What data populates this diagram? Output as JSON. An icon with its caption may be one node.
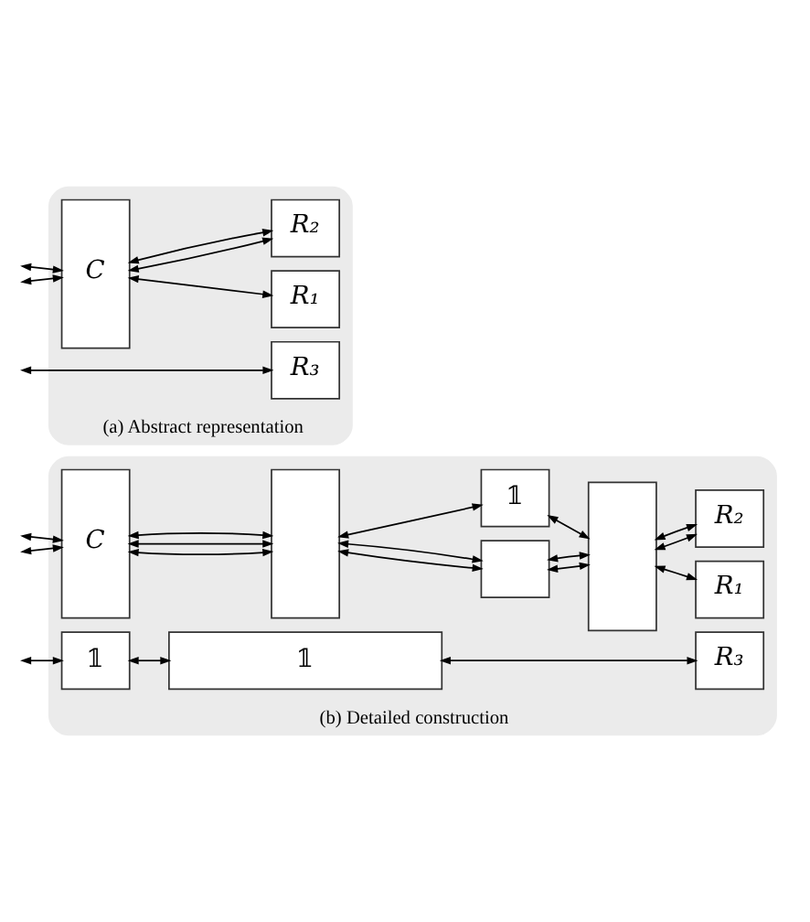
{
  "diagram": {
    "nodes": [
      {
        "text": [
          "(a) Abstract representation"
        ]
      },
      {
        "text": [
          "C"
        ],
        "in": 0
      },
      {
        "text": [
          "R₁"
        ],
        "in": 0
      },
      {
        "text": [
          "R₂"
        ],
        "in": 0
      },
      {
        "text": [
          "R₃"
        ],
        "in": 0
      },
      {
        "text": [
          "(b) Detailed construction"
        ]
      },
      {
        "text": [
          "C"
        ],
        "in": 5
      },
      {
        "text": [],
        "shape": "box",
        "in": 5
      },
      {
        "text": [],
        "shape": "box",
        "in": 5
      },
      {
        "text": [],
        "shape": "box",
        "in": 5
      },
      {
        "text": [
          "R₁"
        ],
        "in": 5
      },
      {
        "text": [
          "𝟙"
        ],
        "in": 5
      },
      {
        "text": [
          "R₂"
        ],
        "in": 5
      },
      {
        "text": [
          "𝟙"
        ],
        "in": 5
      },
      {
        "text": [
          "𝟙"
        ],
        "in": 5
      },
      {
        "text": [
          "R₃"
        ],
        "in": 5
      }
    ],
    "edges": [
      {
        "from": null,
        "to": 1,
        "arrow": "both"
      },
      {
        "from": null,
        "to": 1,
        "arrow": "both"
      },
      {
        "from": 1,
        "to": 3,
        "arrow": "both"
      },
      {
        "from": 1,
        "to": 2,
        "arrow": "both"
      },
      {
        "from": 1,
        "to": 3,
        "arrow": "both"
      },
      {
        "from": null,
        "to": 4,
        "arrow": "both"
      },
      {
        "from": null,
        "to": 6,
        "arrow": "both"
      },
      {
        "from": null,
        "to": 6,
        "arrow": "both"
      },
      {
        "from": 6,
        "to": 7,
        "arrow": "both"
      },
      {
        "from": 6,
        "to": 7,
        "arrow": "both"
      },
      {
        "from": 6,
        "to": 7,
        "arrow": "both"
      },
      {
        "from": 7,
        "to": 8,
        "arrow": "both"
      },
      {
        "from": 7,
        "to": 8,
        "arrow": "both"
      },
      {
        "from": 7,
        "to": 11,
        "arrow": "both"
      },
      {
        "from": 8,
        "to": 9,
        "arrow": "both"
      },
      {
        "from": 8,
        "to": 9,
        "arrow": "both"
      },
      {
        "from": 11,
        "to": 9,
        "arrow": "both"
      },
      {
        "from": 9,
        "to": 10,
        "arrow": "both"
      },
      {
        "from": 9,
        "to": 12,
        "arrow": "both"
      },
      {
        "from": 9,
        "to": 12,
        "arrow": "both"
      },
      {
        "from": null,
        "to": 13,
        "arrow": "both"
      },
      {
        "from": 13,
        "to": 14,
        "arrow": "both"
      },
      {
        "from": 14,
        "to": 15,
        "arrow": "both"
      }
    ]
  }
}
